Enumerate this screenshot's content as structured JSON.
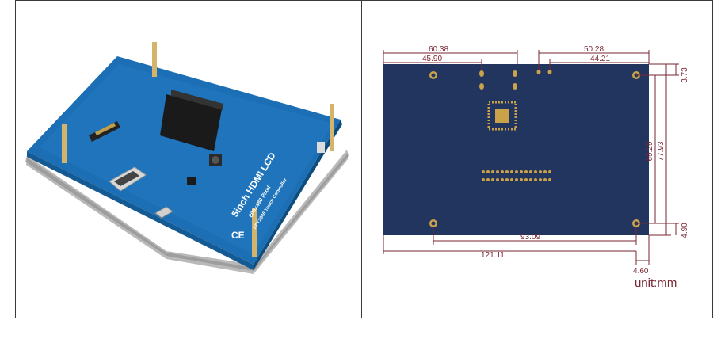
{
  "product_photo": {
    "silkscreen_title": "5inch HDMI LCD",
    "silkscreen_resolution": "800x480 Pixel",
    "silkscreen_controller": "XPT2046 Touch Controller",
    "board_color": "#1c6fb4"
  },
  "dimension_drawing": {
    "board_color": "#22355f",
    "line_color": "#7a2633",
    "dimensions": {
      "top_outer_left": "60.38",
      "top_inner_left": "45.90",
      "top_outer_right": "50.28",
      "top_inner_right": "44.21",
      "right_top_offset": "3.73",
      "right_inner_height": "69.29",
      "right_outer_height": "77.93",
      "right_bottom_offset": "4.90",
      "bottom_inner_width": "93.09",
      "bottom_outer_width": "121.11",
      "bottom_right_offset": "4.60"
    },
    "unit_label": "unit:mm"
  }
}
